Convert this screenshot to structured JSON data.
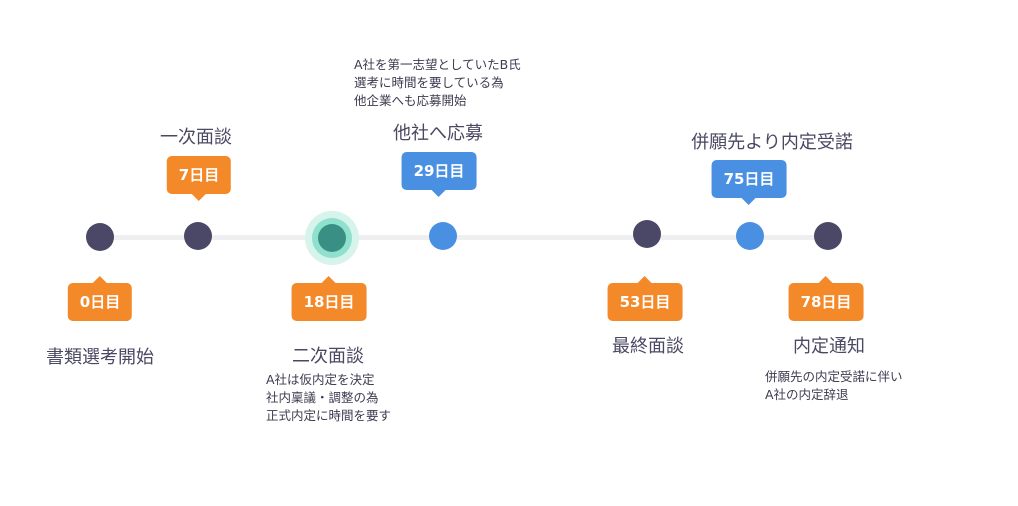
{
  "colors": {
    "orange": "#f4892a",
    "blue": "#4a90e2",
    "dark": "#4a4866",
    "active": "#3a8f85",
    "line": "#efeff2"
  },
  "events": [
    {
      "day": "0日目",
      "title": "書類選考開始",
      "note": []
    },
    {
      "day": "7日目",
      "title": "一次面談",
      "note": []
    },
    {
      "day": "18日目",
      "title": "二次面談",
      "note": [
        "A社は仮内定を決定",
        "社内稟議・調整の為",
        "正式内定に時間を要す"
      ]
    },
    {
      "day": "29日目",
      "title": "他社へ応募",
      "note": [
        "A社を第一志望としていたB氏",
        "選考に時間を要している為",
        "他企業へも応募開始"
      ]
    },
    {
      "day": "53日目",
      "title": "最終面談",
      "note": []
    },
    {
      "day": "75日目",
      "title": "併願先より内定受諾",
      "note": []
    },
    {
      "day": "78日目",
      "title": "内定通知",
      "note": [
        "併願先の内定受諾に伴い",
        "A社の内定辞退"
      ]
    }
  ]
}
